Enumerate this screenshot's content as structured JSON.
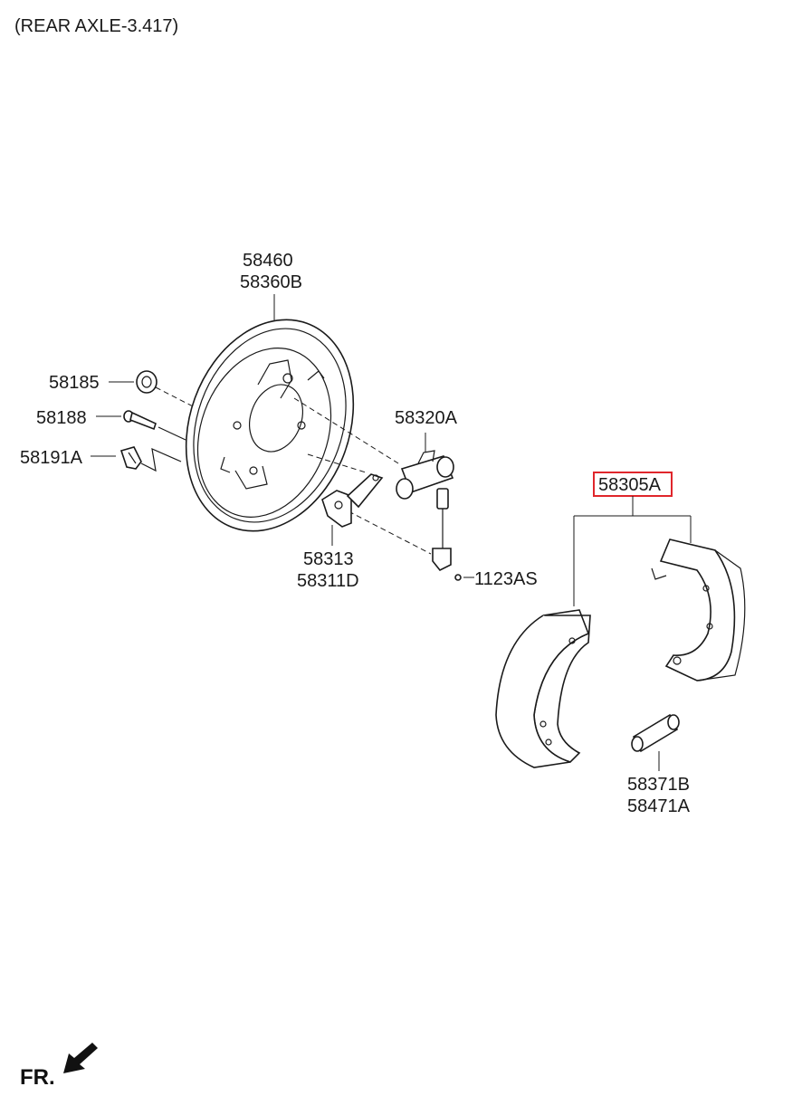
{
  "header": {
    "title": "(REAR AXLE-3.417)"
  },
  "direction": {
    "label": "FR."
  },
  "callouts": {
    "c58460": "58460",
    "c58360B": "58360B",
    "c58185": "58185",
    "c58188": "58188",
    "c58191A": "58191A",
    "c58320A": "58320A",
    "c58305A": "58305A",
    "c58313": "58313",
    "c58311D": "58311D",
    "c1123AS": "1123AS",
    "c58371B": "58371B",
    "c58471A": "58471A"
  },
  "highlight": {
    "color": "#e0262b",
    "callout": "58305A"
  }
}
